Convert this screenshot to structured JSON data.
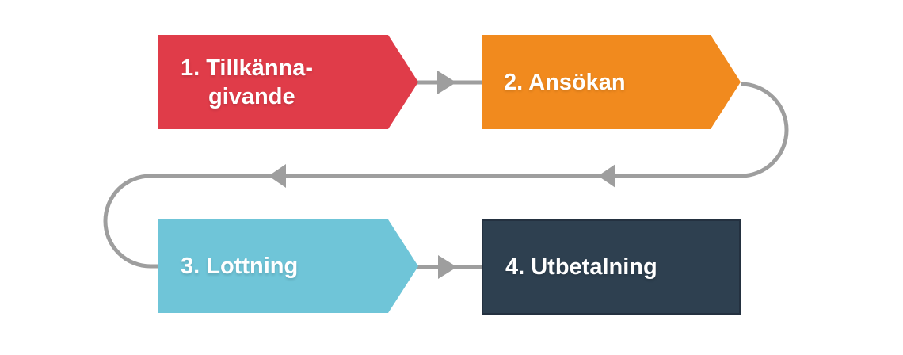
{
  "page": {
    "background_color": "#ffffff"
  },
  "diagram": {
    "type": "process-flow",
    "language": "sv",
    "connector": {
      "color": "#9e9e9e",
      "stroke_width": "5"
    },
    "steps": [
      {
        "number": "1",
        "label_line1": "1. Tillkänna-",
        "label_line2": "givande",
        "color": "#e03c49",
        "text_color": "#ffffff",
        "shape": "arrow-right-pentagon"
      },
      {
        "number": "2",
        "label": "2. Ansökan",
        "color": "#f18a1e",
        "text_color": "#ffffff",
        "shape": "arrow-right-pentagon"
      },
      {
        "number": "3",
        "label": "3. Lottning",
        "color": "#6fc5d8",
        "text_color": "#ffffff",
        "shape": "arrow-right-pentagon"
      },
      {
        "number": "4",
        "label": "4. Utbetalning",
        "color": "#2e4050",
        "border_color": "#243140",
        "text_color": "#ffffff",
        "shape": "rectangle"
      }
    ],
    "connectors": [
      {
        "from": "step-1",
        "to": "step-2",
        "direction": "right",
        "arrowheads": 1
      },
      {
        "from": "step-2",
        "to": "step-3",
        "direction": "loop-down-left",
        "arrowheads": 2
      },
      {
        "from": "step-3",
        "to": "step-4",
        "direction": "right",
        "arrowheads": 1
      }
    ]
  }
}
